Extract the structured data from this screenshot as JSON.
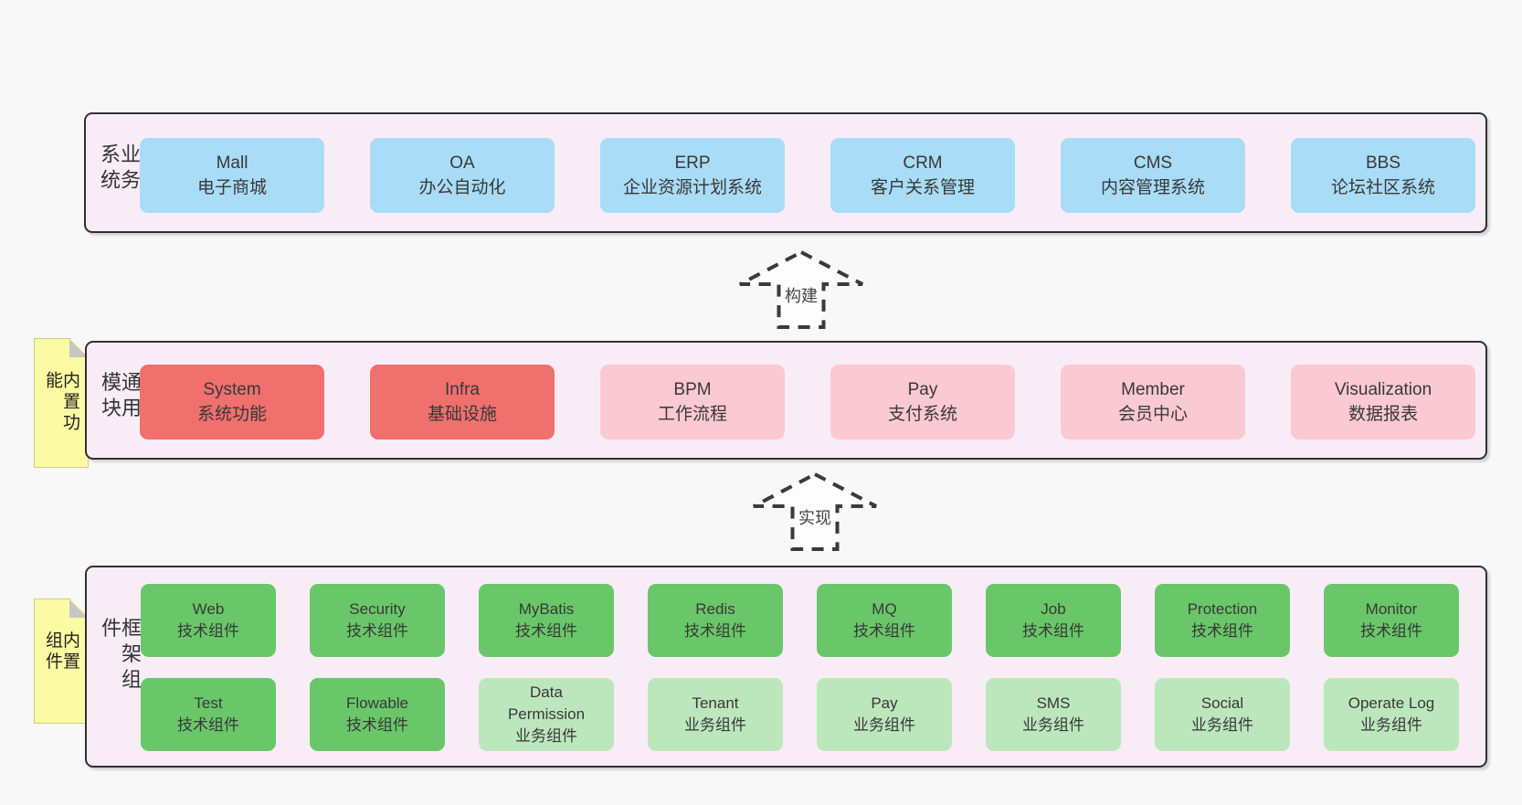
{
  "colors": {
    "page_background": "#f8f8f8",
    "panel_fill": "#f8edf7",
    "panel_border": "#303030",
    "business_box": "#a9dcf6",
    "core_module_box": "#f0706e",
    "optional_module_box": "#fbc9d2",
    "tech_component_box": "#69c769",
    "biz_component_box": "#bce7bc",
    "sticky_note": "#fbfba3",
    "note_fold": "#c6c6c6"
  },
  "sections": [
    {
      "label": "业务系统",
      "boxes": [
        {
          "name": "Mall",
          "desc": "电子商城",
          "variant": "blue"
        },
        {
          "name": "OA",
          "desc": "办公自动化",
          "variant": "blue"
        },
        {
          "name": "ERP",
          "desc": "企业资源计划系统",
          "variant": "blue"
        },
        {
          "name": "CRM",
          "desc": "客户关系管理",
          "variant": "blue"
        },
        {
          "name": "CMS",
          "desc": "内容管理系统",
          "variant": "blue"
        },
        {
          "name": "BBS",
          "desc": "论坛社区系统",
          "variant": "blue"
        }
      ]
    },
    {
      "label": "通用模块",
      "note": "内置功能",
      "boxes": [
        {
          "name": "System",
          "desc": "系统功能",
          "variant": "red"
        },
        {
          "name": "Infra",
          "desc": "基础设施",
          "variant": "red"
        },
        {
          "name": "BPM",
          "desc": "工作流程",
          "variant": "pink"
        },
        {
          "name": "Pay",
          "desc": "支付系统",
          "variant": "pink"
        },
        {
          "name": "Member",
          "desc": "会员中心",
          "variant": "pink"
        },
        {
          "name": "Visualization",
          "desc": "数据报表",
          "variant": "pink"
        }
      ]
    },
    {
      "label": "框架组件",
      "note": "内置组件",
      "rows": [
        [
          {
            "name": "Web",
            "desc": "技术组件",
            "variant": "dark"
          },
          {
            "name": "Security",
            "desc": "技术组件",
            "variant": "dark"
          },
          {
            "name": "MyBatis",
            "desc": "技术组件",
            "variant": "dark"
          },
          {
            "name": "Redis",
            "desc": "技术组件",
            "variant": "dark"
          },
          {
            "name": "MQ",
            "desc": "技术组件",
            "variant": "dark"
          },
          {
            "name": "Job",
            "desc": "技术组件",
            "variant": "dark"
          },
          {
            "name": "Protection",
            "desc": "技术组件",
            "variant": "dark"
          },
          {
            "name": "Monitor",
            "desc": "技术组件",
            "variant": "dark"
          }
        ],
        [
          {
            "name": "Test",
            "desc": "技术组件",
            "variant": "dark"
          },
          {
            "name": "Flowable",
            "desc": "技术组件",
            "variant": "dark"
          },
          {
            "name": "Data Permission",
            "desc": "业务组件",
            "variant": "light"
          },
          {
            "name": "Tenant",
            "desc": "业务组件",
            "variant": "light"
          },
          {
            "name": "Pay",
            "desc": "业务组件",
            "variant": "light"
          },
          {
            "name": "SMS",
            "desc": "业务组件",
            "variant": "light"
          },
          {
            "name": "Social",
            "desc": "业务组件",
            "variant": "light"
          },
          {
            "name": "Operate Log",
            "desc": "业务组件",
            "variant": "light"
          }
        ]
      ]
    }
  ],
  "arrows": [
    {
      "label": "构建"
    },
    {
      "label": "实现"
    }
  ]
}
